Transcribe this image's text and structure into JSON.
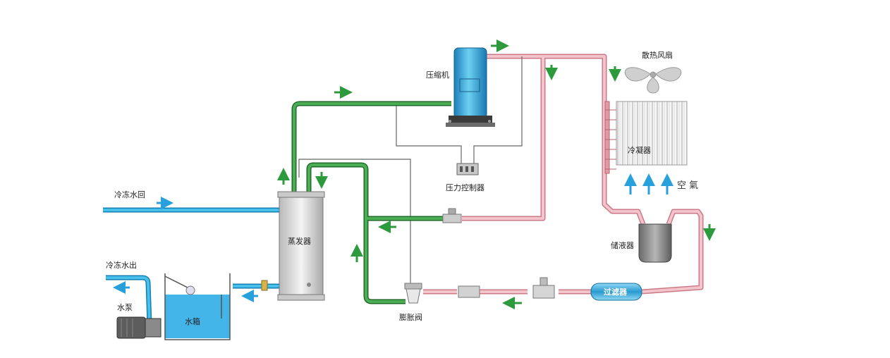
{
  "labels": {
    "compressor": "压缩机",
    "fan": "散热风扇",
    "condenser": "冷凝器",
    "air": "空 氣",
    "pressure_controller": "压力控制器",
    "receiver": "储液器",
    "filter": "过滤器",
    "expansion_valve": "膨胀阀",
    "evaporator": "蒸发器",
    "chilled_water_return": "冷冻水回",
    "chilled_water_out": "冷冻水出",
    "pump": "水泵",
    "water_tank": "水箱"
  },
  "colors": {
    "water_pipe": "#1ea2d6",
    "suction_pipe": "#2f8a3a",
    "refrigerant_pipe": "#e8a3ad",
    "arrow_green": "#2e9a3e",
    "arrow_blue": "#27a0dc",
    "tank_water": "#43b5e8",
    "compressor_body": "#3aa7d6"
  }
}
